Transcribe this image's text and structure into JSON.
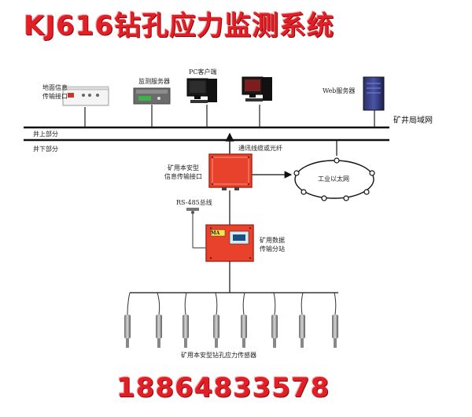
{
  "title": "KJ616钻孔应力监测系统",
  "phone": "18864833578",
  "devices": {
    "remote_interface": [
      "地面信息",
      "传输接口"
    ],
    "monitor_server": "监测服务器",
    "pc_client": "PC客户端",
    "web_server": "Web服务器"
  },
  "network": {
    "lan_label": "矿井局域网",
    "above_ground": "井上部分",
    "below_ground": "井下部分",
    "comm_line": "通讯线缆或光纤",
    "ethernet": "工业以太网",
    "rs485": "RS-485总线"
  },
  "mine_equipment": {
    "transfer_interface": [
      "矿用本安型",
      "信息传输接口"
    ],
    "substation": [
      "矿用数据",
      "传输分站"
    ],
    "sensors": "矿用本安型钻孔应力传感器",
    "panel_badge": "MA"
  },
  "colors": {
    "title": "#e21f26",
    "box_red": "#e8412c",
    "box_dark": "#b72412"
  }
}
